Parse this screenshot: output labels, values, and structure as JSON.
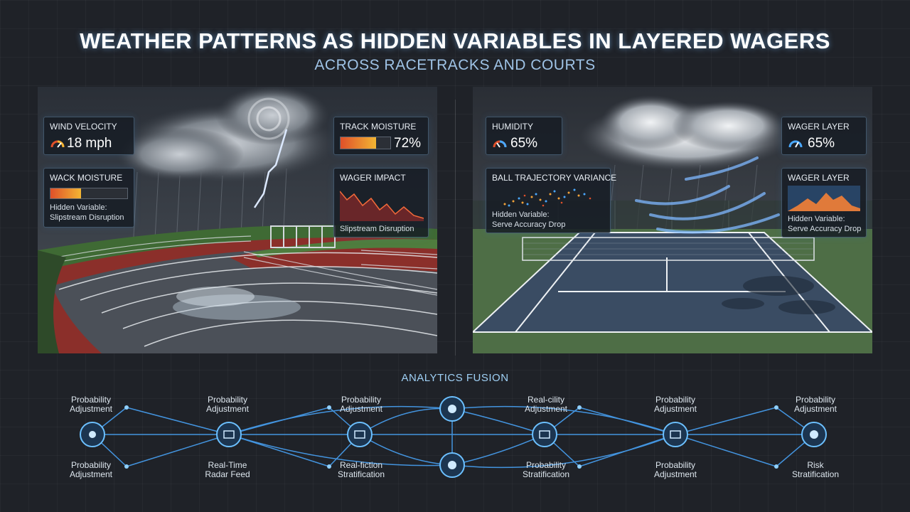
{
  "header": {
    "title": "WEATHER PATTERNS AS HIDDEN VARIABLES IN LAYERED WAGERS",
    "subtitle": "ACROSS RACETRACKS AND COURTS"
  },
  "left": {
    "wind": {
      "label": "WIND VELOCITY",
      "value": "18 mph",
      "icon": "gauge-icon"
    },
    "track_moisture": {
      "label": "TRACK MOISTURE",
      "value": "72%",
      "level": 0.72
    },
    "wack_moisture": {
      "label": "WACK MOISTURE",
      "level": 0.4,
      "note1": "Hidden Variable:",
      "note2": "Slipstream Disruption"
    },
    "wager_impact": {
      "label": "WAGER IMPACT",
      "note": "Slipstream Disruption"
    }
  },
  "right": {
    "humidity": {
      "label": "HUMIDITY",
      "value": "65%",
      "icon": "gauge-icon"
    },
    "wager_layer_top": {
      "label": "WAGER LAYER",
      "value": "65%",
      "icon": "gauge-icon"
    },
    "ball_trajectory": {
      "label": "BALL TRAJECTORY VARIANCE",
      "note1": "Hidden Variable:",
      "note2": "Serve Accuracy Drop"
    },
    "wager_layer_bottom": {
      "label": "WAGER LAYER",
      "note1": "Hidden Variable:",
      "note2": "Serve Accuracy Drop"
    }
  },
  "fusion": {
    "title": "ANALYTICS FUSION",
    "top_labels": [
      {
        "l1": "Probability",
        "l2": "Adjustment"
      },
      {
        "l1": "Probability",
        "l2": "Adjustment"
      },
      {
        "l1": "Probability",
        "l2": "Adjustment"
      },
      {
        "l1": "Real-cility",
        "l2": "Adjustment"
      },
      {
        "l1": "Probability",
        "l2": "Adjustment"
      },
      {
        "l1": "Probability",
        "l2": "Adjustment"
      }
    ],
    "bottom_labels": [
      {
        "l1": "Probability",
        "l2": "Adjustment"
      },
      {
        "l1": "Real-Time",
        "l2": "Radar Feed"
      },
      {
        "l1": "Real-fiction",
        "l2": "Stratification"
      },
      {
        "l1": "Probability",
        "l2": "Stratification"
      },
      {
        "l1": "Probability",
        "l2": "Adjustment"
      },
      {
        "l1": "Risk",
        "l2": "Stratification"
      }
    ]
  },
  "colors": {
    "accent": "#4aa8ff",
    "warm": "#f2a23a",
    "hot": "#e0502a"
  }
}
